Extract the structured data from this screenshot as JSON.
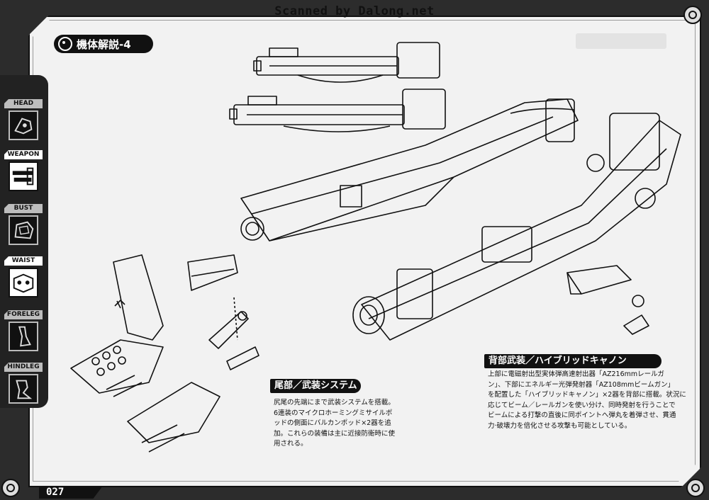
{
  "watermark": "Scanned by Dalong.net",
  "header": {
    "title": "機体解説-4"
  },
  "sidebar": {
    "tabs": [
      {
        "label": "HEAD",
        "active": false
      },
      {
        "label": "WEAPON",
        "active": true
      },
      {
        "label": "BUST",
        "active": false
      },
      {
        "label": "WAIST",
        "active": true
      },
      {
        "label": "FORELEG",
        "active": false
      },
      {
        "label": "HINDLEG",
        "active": false
      }
    ]
  },
  "sections": {
    "tail": {
      "heading": "尾部／武装システム",
      "lines": [
        "尻尾の先端にまで武装システムを搭載。",
        "6連装のマイクロホーミングミサイルポ",
        "ッドの側面にバルカンポッド×2器を追",
        "加。これらの装備は主に近接防衛時に使",
        "用される。"
      ]
    },
    "back": {
      "heading": "背部武装／ハイブリッドキャノン",
      "lines": [
        "上部に電磁射出型実体弾高速射出器「AZ216mmレールガ",
        "ン」、下部にエネルギー光弾発射器「AZ108mmビームガン」",
        "を配置した「ハイブリッドキャノン」×2器を背部に搭載。状況に",
        "応じてビーム／レールガンを使い分け、同時発射を行うことで",
        "ビームによる打撃の直後に同ポイントへ弾丸を着弾させ、貫通",
        "力·破壊力を倍化させる攻撃も可能としている。"
      ]
    }
  },
  "footer": {
    "page_number": "027"
  },
  "colors": {
    "ink": "#111111",
    "paper": "#f2f2f2",
    "frame": "#2c2c2c"
  }
}
